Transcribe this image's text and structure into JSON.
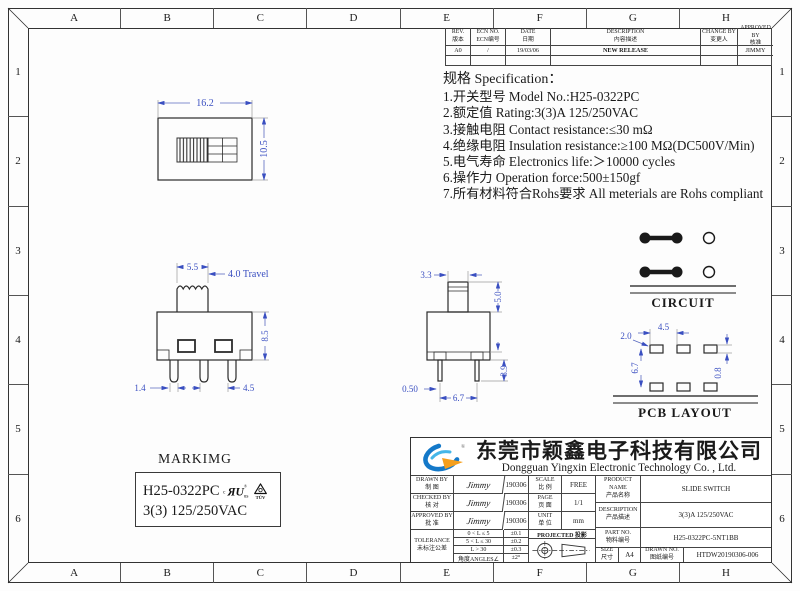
{
  "colors": {
    "dimension_blue": "#3a4fc1",
    "outline_ink": "#2b2b2b",
    "logo_blue": "#1479c9",
    "logo_orange": "#f59f1d"
  },
  "border": {
    "columns": [
      "A",
      "B",
      "C",
      "D",
      "E",
      "F",
      "G",
      "H"
    ],
    "rows": [
      "1",
      "2",
      "3",
      "4",
      "5",
      "6"
    ]
  },
  "revision_table": {
    "headers": [
      {
        "en": "REV.",
        "zh": "版本"
      },
      {
        "en": "ECN NO.",
        "zh": "ECN编号"
      },
      {
        "en": "DATE",
        "zh": "日期"
      },
      {
        "en": "DESCRIPTION",
        "zh": "内容描述"
      },
      {
        "en": "CHANGE BY",
        "zh": "变更人"
      },
      {
        "en": "APPROVED BY",
        "zh": "核准"
      }
    ],
    "rows": [
      {
        "rev": "A0",
        "ecn": "/",
        "date": "19/03/06",
        "description": "NEW RELEASE",
        "change_by": "",
        "approved_by": "JIMMY"
      }
    ]
  },
  "specification": {
    "title": "规格 Specification：",
    "items": [
      "1.开关型号 Model No.:H25-0322PC",
      "2.额定值 Rating:3(3)A  125/250VAC",
      "3.接触电阻 Contact resistance:≤30 mΩ",
      "4.绝缘电阻 Insulation resistance:≥100 MΩ(DC500V/Min)",
      "5.电气寿命 Electronics life:＞10000 cycles",
      "6.操作力 Operation force:500±150gf",
      "7.所有材料符合Rohs要求 All meterials are Rohs compliant"
    ]
  },
  "top_view": {
    "dim_width": "16.2",
    "dim_height": "10.5"
  },
  "front_view": {
    "dim_knob": "5.5",
    "dim_travel": "4.0 Travel",
    "dim_body_height": "8.5",
    "dim_leg_width": "1.4",
    "dim_leg_pitch": "4.5"
  },
  "side_view": {
    "dim_knob_width": "3.3",
    "dim_knob_height": "5.0",
    "dim_leg_thickness": "0.50",
    "dim_leg_span": "6.7",
    "dim_leg_length": "3.9"
  },
  "circuit": {
    "label": "CIRCUIT"
  },
  "pcb_layout": {
    "label": "PCB LAYOUT",
    "dim_pad_width": "2.0",
    "dim_pad_pitch": "4.5",
    "dim_row_span": "6.7",
    "dim_pad_height": "0.8"
  },
  "marking": {
    "title": "MARKIMG",
    "line1": "H25-0322PC",
    "line2": "3(3) 125/250VAC",
    "ul_text": "ЯU",
    "ul_c": "c",
    "ul_us": "us",
    "ul_r": "®",
    "tuv_text": "TÜV"
  },
  "title_block": {
    "company_zh": "东莞市颖鑫电子科技有限公司",
    "company_en": "Dongguan Yingxin Electronic Technology Co. , Ltd.",
    "logo_r": "®",
    "drawn_by": {
      "en": "DRAWN BY",
      "zh": "制  图",
      "sign": "Jimmy",
      "date": "190306"
    },
    "checked_by": {
      "en": "CHECKED BY",
      "zh": "核  对",
      "sign": "Jimmy",
      "date": "190306"
    },
    "approved_by": {
      "en": "APPROVED BY",
      "zh": "批  准",
      "sign": "Jimmy",
      "date": "190306"
    },
    "scale": {
      "en": "SCALE",
      "zh": "比 例",
      "value": "FREE"
    },
    "page": {
      "en": "PAGE",
      "zh": "页 面",
      "value": "1/1"
    },
    "unit": {
      "en": "UNIT",
      "zh": "单 位",
      "value": "mm"
    },
    "tolerance": {
      "en": "TOLERANCE",
      "zh": "未标注公差",
      "rows": [
        {
          "range": "0 < L ≤ 5",
          "tol": "±0.1"
        },
        {
          "range": "5 < L ≤ 30",
          "tol": "±0.2"
        },
        {
          "range": "L > 30",
          "tol": "±0.3"
        },
        {
          "range": "角度ANGLES∠",
          "tol": "±2°"
        }
      ]
    },
    "projected": {
      "label": "PROJECTED 投影"
    },
    "product_name": {
      "en": "PRODUCT NAME",
      "zh": "产品名称",
      "value": "SLIDE SWITCH"
    },
    "description": {
      "en": "DESCRIPTION",
      "zh": "产品描述",
      "value": "3(3)A  125/250VAC"
    },
    "part_no": {
      "en": "PART NO.",
      "zh": "物料编号",
      "value": "H25-0322PC-5NT1BB"
    },
    "size": {
      "en": "SIZE",
      "zh": "尺寸",
      "value": "A4"
    },
    "drawn_no": {
      "en": "DRAWN NO.",
      "zh": "图纸编号",
      "value": "HTDW20190306-006"
    }
  }
}
